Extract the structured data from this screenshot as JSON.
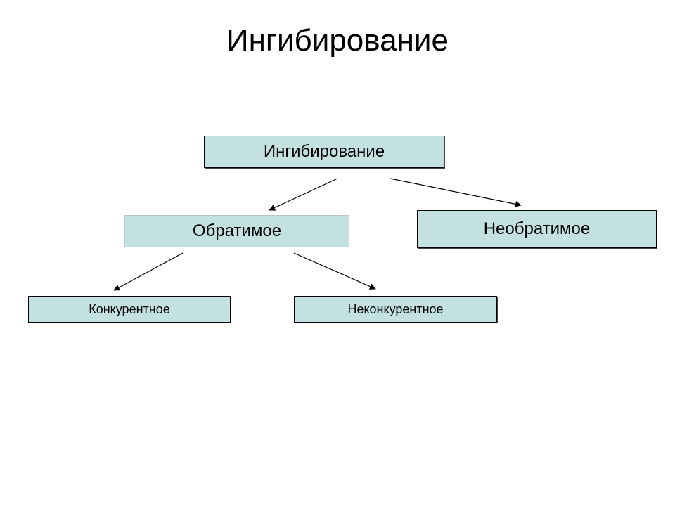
{
  "title": "Ингибирование",
  "colors": {
    "background": "#ffffff",
    "box_fill": "#c3e1e1",
    "box_border": "#000000",
    "box_border_light": "#b8c8c8",
    "text": "#000000",
    "arrow": "#000000"
  },
  "nodes": {
    "root": {
      "label": "Ингибирование"
    },
    "reversible": {
      "label": "Обратимое"
    },
    "irreversible": {
      "label": "Необратимое"
    },
    "competitive": {
      "label": "Конкурентное"
    },
    "noncompetitive": {
      "label": "Неконкурентное"
    }
  },
  "edges": [
    {
      "from": "root",
      "to": "reversible"
    },
    {
      "from": "root",
      "to": "irreversible"
    },
    {
      "from": "reversible",
      "to": "competitive"
    },
    {
      "from": "reversible",
      "to": "noncompetitive"
    }
  ]
}
